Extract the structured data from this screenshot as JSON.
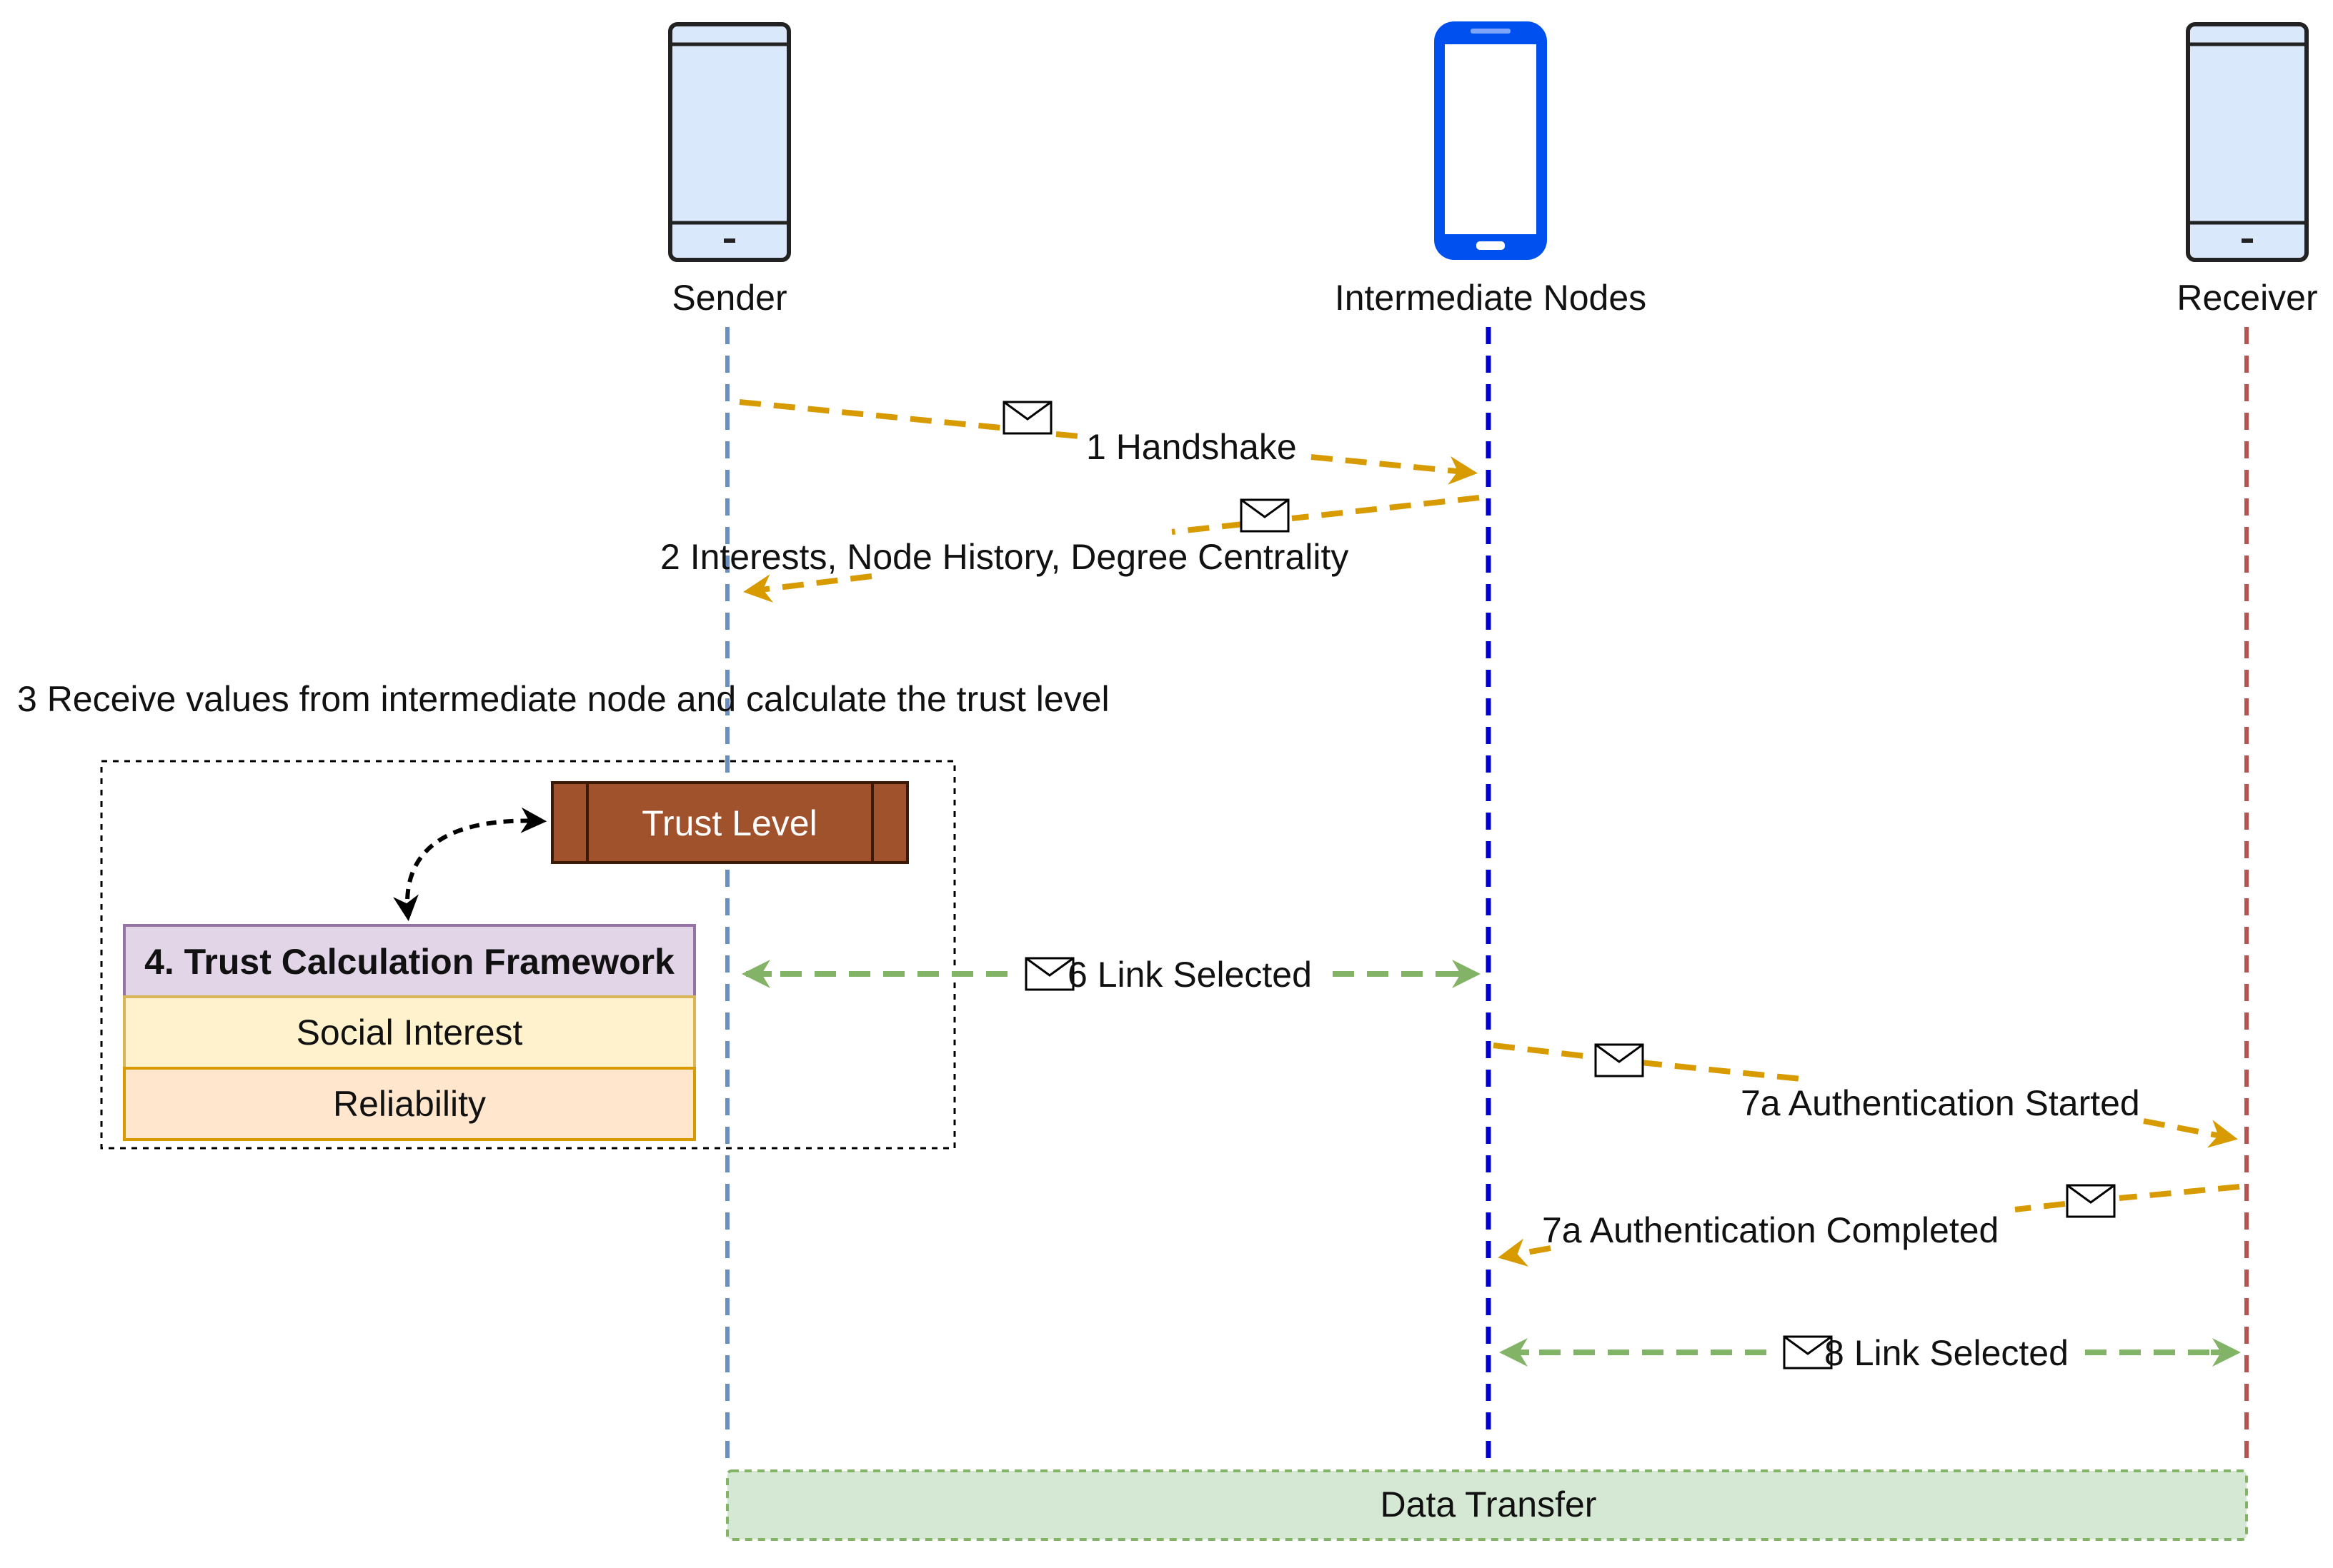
{
  "participants": {
    "sender": "Sender",
    "intermediate": "Intermediate Nodes",
    "receiver": "Receiver"
  },
  "messages": {
    "m1": "1 Handshake",
    "m2": "2 Interests, Node History, Degree Centrality",
    "m6": "6 Link Selected",
    "m7a_start": "7a Authentication Started",
    "m7a_done": "7a Authentication Completed",
    "m8": "8 Link Selected"
  },
  "step3": "3 Receive values from intermediate node and calculate the trust level",
  "trust_level": "Trust Level",
  "framework": {
    "title": "4. Trust Calculation Framework",
    "rows": [
      "Social Interest",
      "Reliability"
    ]
  },
  "data_transfer": "Data Transfer",
  "colors": {
    "orange_arrow": "#d79b00",
    "green_arrow": "#82b366",
    "sender_line": "#6c8ebf",
    "intermediate_line": "#0000cc",
    "receiver_line": "#b85450",
    "trust_fill": "#a0522d",
    "framework_title_fill": "#e1d5e7",
    "social_fill": "#fff2cc",
    "reliability_fill": "#ffe6cc",
    "data_transfer_fill": "#d5e8d4",
    "phone_fill": "#dae8fc",
    "phone_blue": "#0050ef"
  }
}
